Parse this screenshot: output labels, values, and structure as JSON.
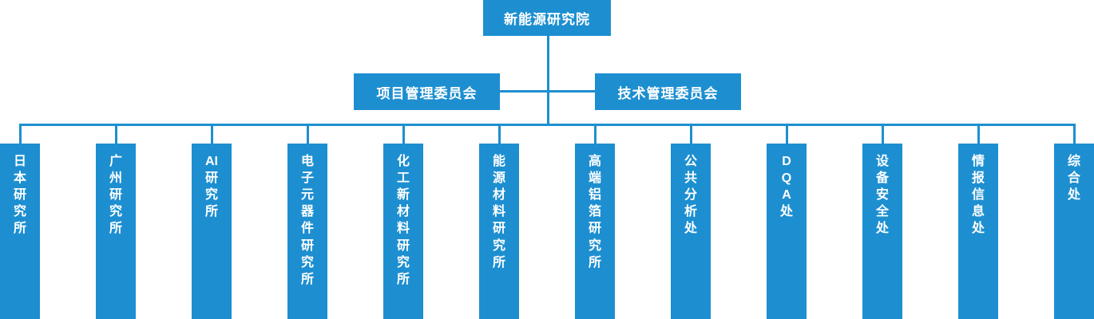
{
  "chart": {
    "type": "org-chart",
    "title_box": {
      "label": "新能源研究院"
    },
    "committees": [
      {
        "label": "项目管理委员会"
      },
      {
        "label": "技术管理委员会"
      }
    ],
    "departments": [
      {
        "label": "日本研究所",
        "chars": [
          "日",
          "本",
          "研",
          "究",
          "所"
        ]
      },
      {
        "label": "广州研究所",
        "chars": [
          "广",
          "州",
          "研",
          "究",
          "所"
        ]
      },
      {
        "label": "AI研究所",
        "chars": [
          "AI",
          "研",
          "究",
          "所"
        ]
      },
      {
        "label": "电子元器件研究所",
        "chars": [
          "电",
          "子",
          "元",
          "器",
          "件",
          "研",
          "究",
          "所"
        ]
      },
      {
        "label": "化工新材料研究所",
        "chars": [
          "化",
          "工",
          "新",
          "材",
          "料",
          "研",
          "究",
          "所"
        ]
      },
      {
        "label": "能源材料研究所",
        "chars": [
          "能",
          "源",
          "材",
          "料",
          "研",
          "究",
          "所"
        ]
      },
      {
        "label": "高端铝箔研究所",
        "chars": [
          "高",
          "端",
          "铝",
          "箔",
          "研",
          "究",
          "所"
        ]
      },
      {
        "label": "公共分析处",
        "chars": [
          "公",
          "共",
          "分",
          "析",
          "处"
        ]
      },
      {
        "label": "DQA处",
        "chars": [
          "D",
          "Q",
          "A",
          "处"
        ]
      },
      {
        "label": "设备安全处",
        "chars": [
          "设",
          "备",
          "安",
          "全",
          "处"
        ]
      },
      {
        "label": "情报信息处",
        "chars": [
          "情",
          "报",
          "信",
          "息",
          "处"
        ]
      },
      {
        "label": "综合处",
        "chars": [
          "综",
          "合",
          "处"
        ]
      }
    ],
    "colors": {
      "box_fill": "#1d8fd1",
      "box_text": "#ffffff",
      "connector": "#1d8fd1",
      "background": "#ffffff"
    }
  }
}
